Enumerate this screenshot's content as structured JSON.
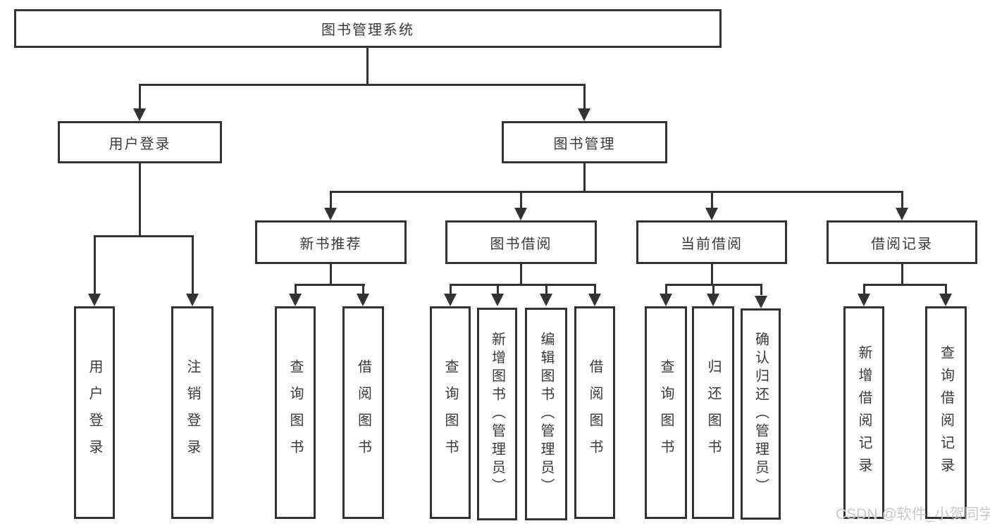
{
  "colors": {
    "line": "#333333",
    "box_border": "#333333",
    "box_fill": "#ffffff",
    "text": "#3a3a3a",
    "watermark_text": "#c9c9c9",
    "background": "#ffffff"
  },
  "watermark": "CSDN @软件_小贺同学",
  "tree": {
    "root": "图书管理系统",
    "branches": [
      {
        "label": "用户登录",
        "children": [
          "用户登录",
          "注销登录"
        ]
      },
      {
        "label": "图书管理",
        "children": [
          {
            "label": "新书推荐",
            "children": [
              "查询图书",
              "借阅图书"
            ]
          },
          {
            "label": "图书借阅",
            "children": [
              "查询图书",
              "新增图书（管理员）",
              "编辑图书（管理员）",
              "借阅图书"
            ]
          },
          {
            "label": "当前借阅",
            "children": [
              "查询图书",
              "归还图书",
              "确认归还（管理员）"
            ]
          },
          {
            "label": "借阅记录",
            "children": [
              "新增借阅记录",
              "查询借阅记录"
            ]
          }
        ]
      }
    ]
  }
}
